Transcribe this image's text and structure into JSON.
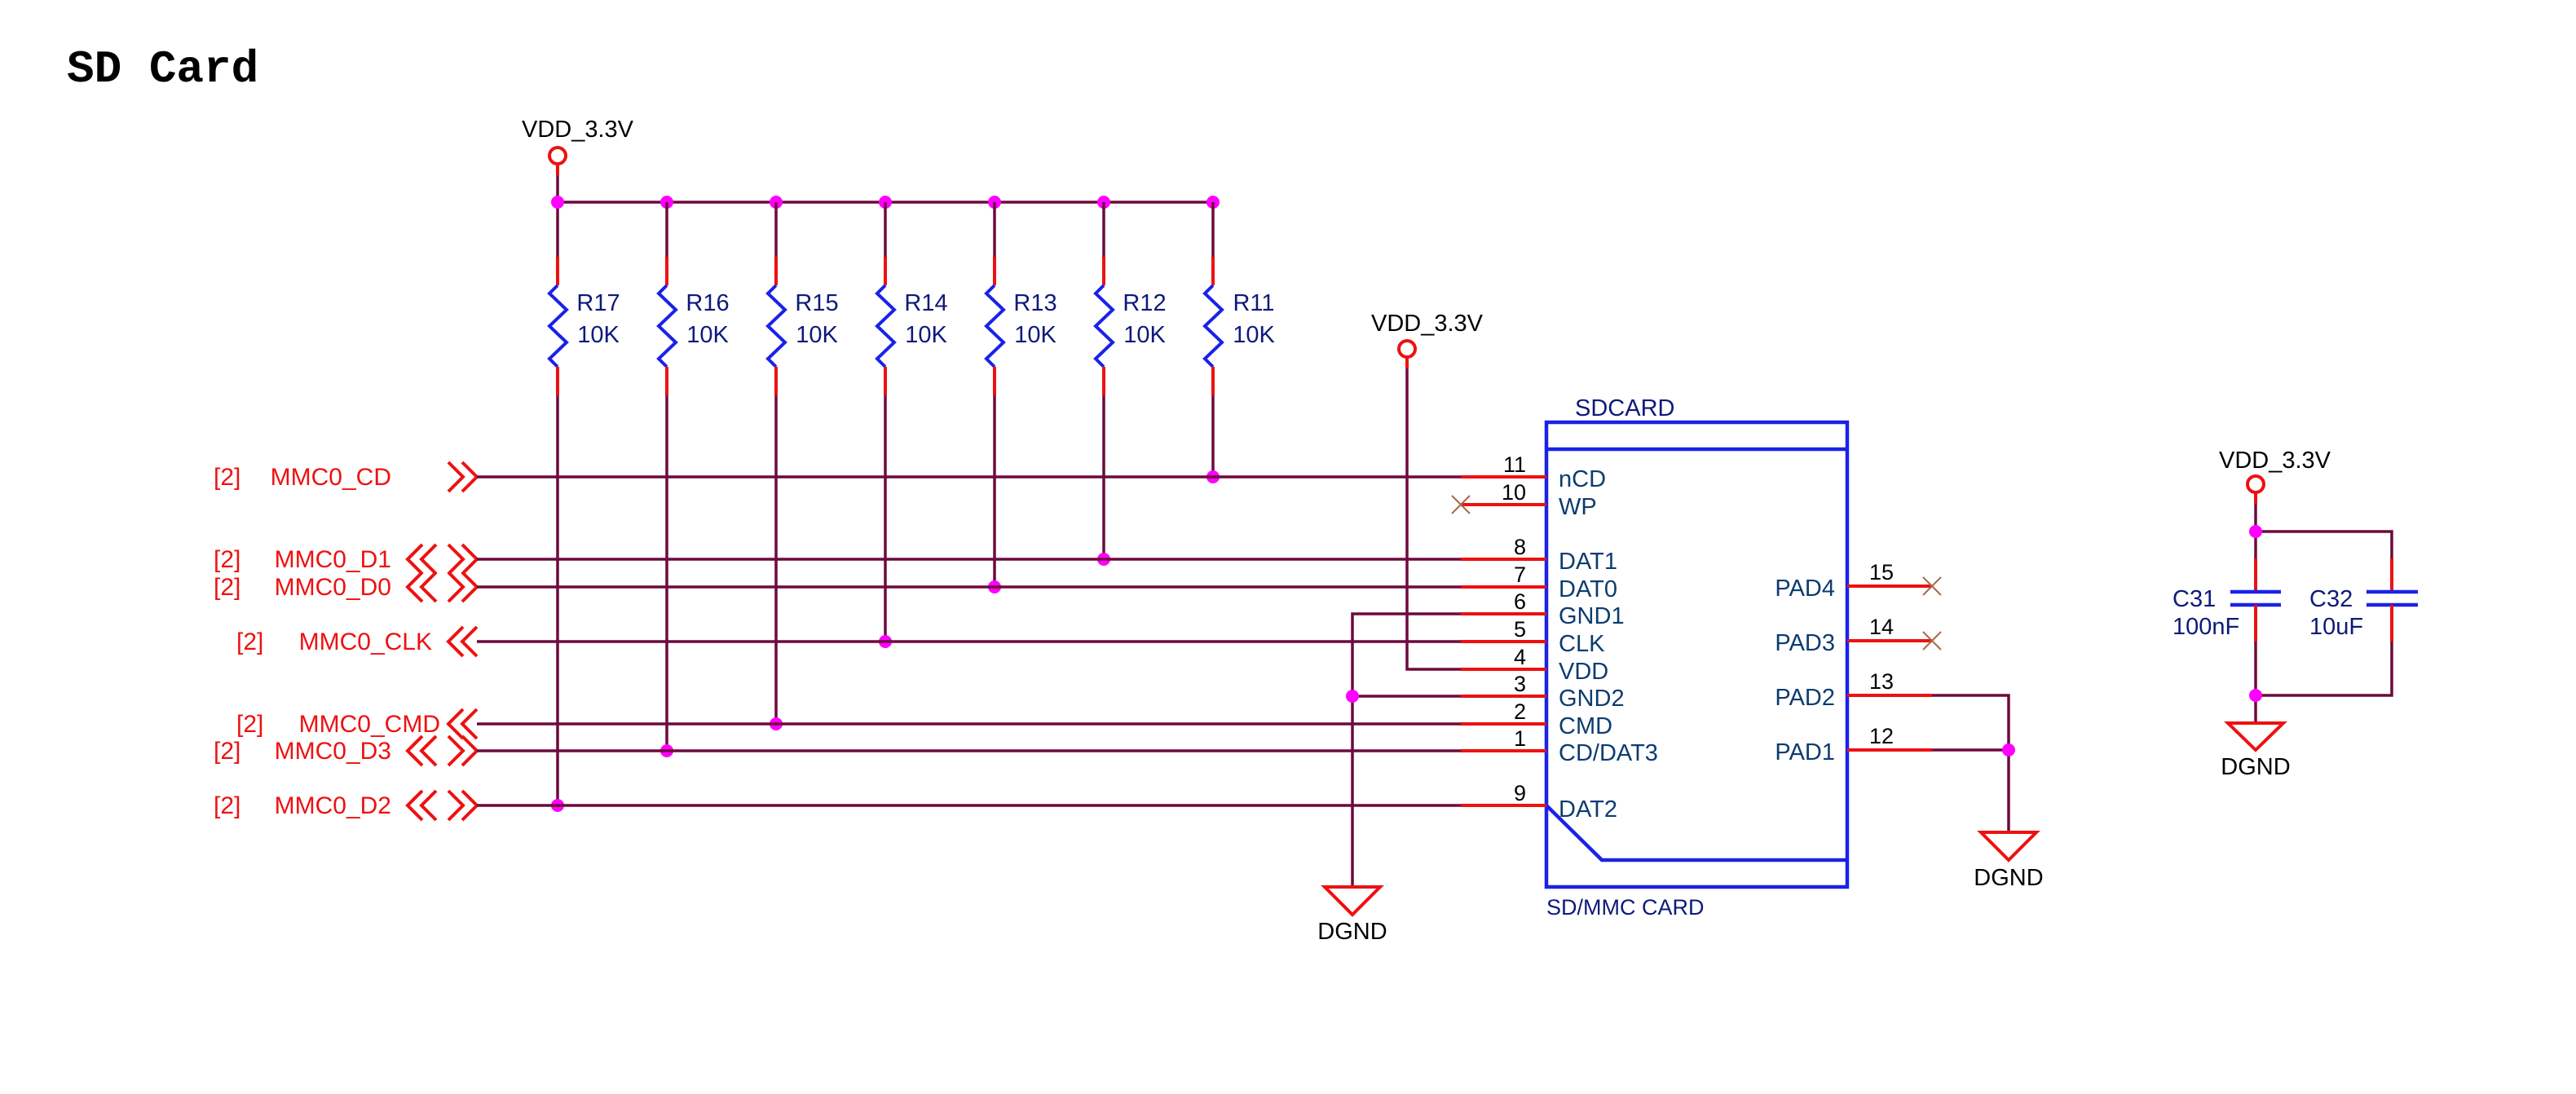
{
  "title": "SD Card",
  "colors": {
    "wire": "#6e0a3c",
    "pin_stub": "#ee1111",
    "component_body": "#1a22e8",
    "junction": "#ff00ff",
    "net_label": "#ee1111",
    "component_text": "#0d1a7a",
    "pin_text": "#0c3c70"
  },
  "power_nets": {
    "vdd": "VDD_3.3V",
    "gnd": "DGND"
  },
  "offpage_connectors": [
    {
      "sheet_ref": "[2]",
      "net": "MMC0_CD",
      "direction": "output"
    },
    {
      "sheet_ref": "[2]",
      "net": "MMC0_D1",
      "direction": "bidirectional"
    },
    {
      "sheet_ref": "[2]",
      "net": "MMC0_D0",
      "direction": "bidirectional"
    },
    {
      "sheet_ref": "[2]",
      "net": "MMC0_CLK",
      "direction": "input"
    },
    {
      "sheet_ref": "[2]",
      "net": "MMC0_CMD",
      "direction": "input"
    },
    {
      "sheet_ref": "[2]",
      "net": "MMC0_D3",
      "direction": "bidirectional"
    },
    {
      "sheet_ref": "[2]",
      "net": "MMC0_D2",
      "direction": "bidirectional"
    }
  ],
  "pullup_resistors": [
    {
      "ref": "R17",
      "value": "10K",
      "net": "MMC0_D2"
    },
    {
      "ref": "R16",
      "value": "10K",
      "net": "MMC0_D3"
    },
    {
      "ref": "R15",
      "value": "10K",
      "net": "MMC0_CMD"
    },
    {
      "ref": "R14",
      "value": "10K",
      "net": "MMC0_CLK"
    },
    {
      "ref": "R13",
      "value": "10K",
      "net": "MMC0_D0"
    },
    {
      "ref": "R12",
      "value": "10K",
      "net": "MMC0_D1"
    },
    {
      "ref": "R11",
      "value": "10K",
      "net": "MMC0_CD"
    }
  ],
  "connector": {
    "ref": "SDCARD",
    "part": "SD/MMC CARD",
    "left_pins": [
      {
        "num": "11",
        "name": "nCD",
        "net": "MMC0_CD"
      },
      {
        "num": "10",
        "name": "WP",
        "net": "NC"
      },
      {
        "num": "8",
        "name": "DAT1",
        "net": "MMC0_D1"
      },
      {
        "num": "7",
        "name": "DAT0",
        "net": "MMC0_D0"
      },
      {
        "num": "6",
        "name": "GND1",
        "net": "DGND"
      },
      {
        "num": "5",
        "name": "CLK",
        "net": "MMC0_CLK"
      },
      {
        "num": "4",
        "name": "VDD",
        "net": "VDD_3.3V"
      },
      {
        "num": "3",
        "name": "GND2",
        "net": "DGND"
      },
      {
        "num": "2",
        "name": "CMD",
        "net": "MMC0_CMD"
      },
      {
        "num": "1",
        "name": "CD/DAT3",
        "net": "MMC0_D3"
      },
      {
        "num": "9",
        "name": "DAT2",
        "net": "MMC0_D2"
      }
    ],
    "right_pins": [
      {
        "num": "15",
        "name": "PAD4",
        "net": "NC"
      },
      {
        "num": "14",
        "name": "PAD3",
        "net": "NC"
      },
      {
        "num": "13",
        "name": "PAD2",
        "net": "DGND"
      },
      {
        "num": "12",
        "name": "PAD1",
        "net": "DGND"
      }
    ]
  },
  "decoupling_caps": [
    {
      "ref": "C31",
      "value": "100nF"
    },
    {
      "ref": "C32",
      "value": "10uF"
    }
  ]
}
